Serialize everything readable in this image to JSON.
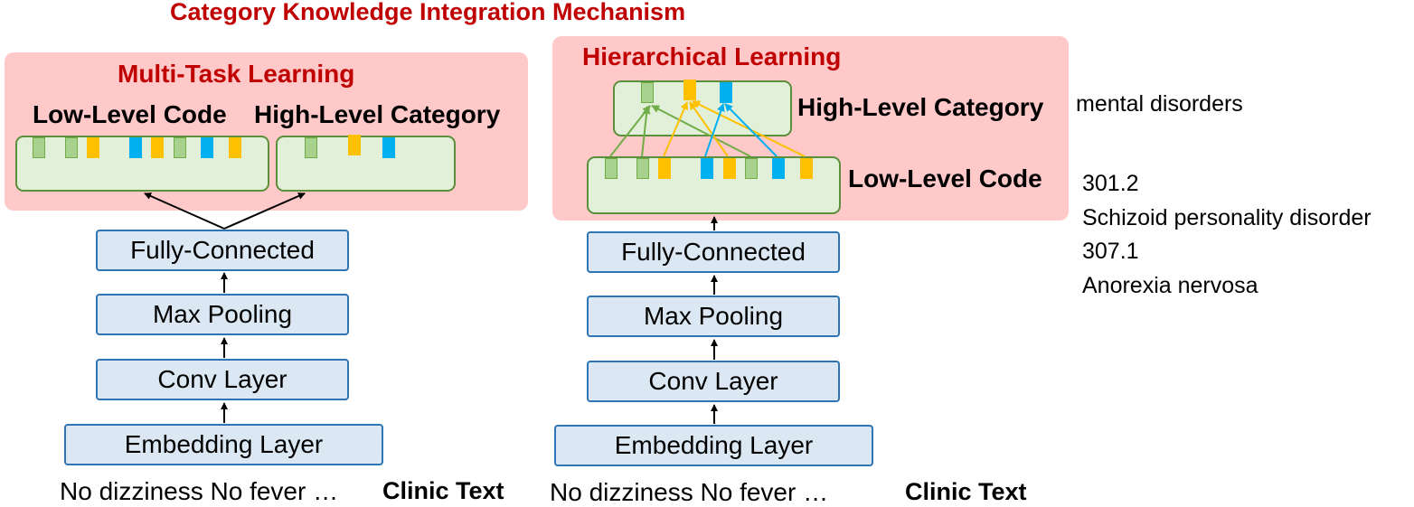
{
  "title": "Category Knowledge Integration Mechanism",
  "left": {
    "panel_title": "Multi-Task Learning",
    "low_label": "Low-Level Code",
    "high_label": "High-Level Category",
    "layers": {
      "fc": "Fully-Connected",
      "pool": "Max Pooling",
      "conv": "Conv Layer",
      "embed": "Embedding Layer"
    },
    "input_text": "No dizziness No fever …",
    "input_label": "Clinic Text"
  },
  "right": {
    "panel_title": "Hierarchical Learning",
    "high_label": "High-Level Category",
    "low_label": "Low-Level Code",
    "layers": {
      "fc": "Fully-Connected",
      "pool": "Max Pooling",
      "conv": "Conv Layer",
      "embed": "Embedding Layer"
    },
    "input_text": "No dizziness No fever …",
    "input_label": "Clinic Text"
  },
  "annotations": {
    "category": "mental disorders",
    "code1": "301.2",
    "code1_name": "Schizoid personality disorder",
    "code2": "307.1",
    "code2_name": "Anorexia nervosa"
  },
  "colors": {
    "title_red": "#c00000",
    "panel_pink": "#ffc9c9",
    "vector_fill": "#e2efd9",
    "vector_border": "#5b8f3a",
    "layer_fill": "#dbe8f4",
    "layer_border": "#2e75b6",
    "green": "#70ad47",
    "orange": "#ffc000",
    "blue": "#00b0f0"
  }
}
